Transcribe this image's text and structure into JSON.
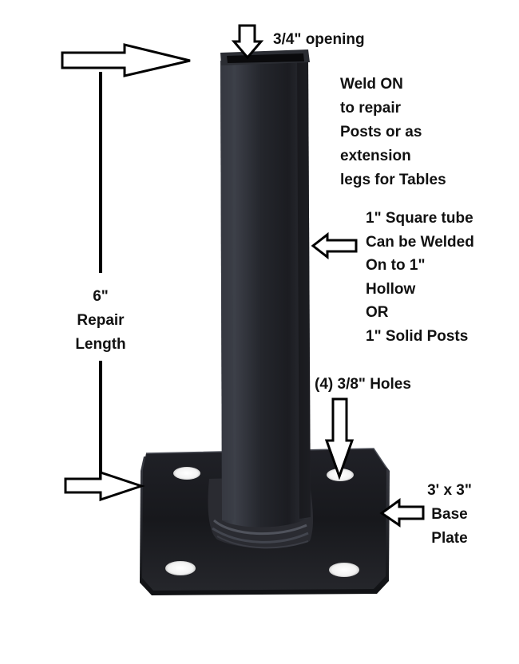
{
  "annotations": {
    "opening": "3/4\" opening",
    "weld_note": [
      "Weld ON",
      "to repair",
      "Posts or as",
      "extension",
      "legs for Tables"
    ],
    "tube_note": [
      "1\" Square tube",
      "Can be Welded",
      "On to 1\"",
      "Hollow",
      "OR",
      "1\" Solid Posts"
    ],
    "repair_length": [
      "6\"",
      "Repair",
      "Length"
    ],
    "holes": "(4) 3/8\" Holes",
    "base_plate": [
      "3' x 3\"",
      "Base",
      "Plate"
    ]
  },
  "colors": {
    "metal_dark": "#1c1d22",
    "metal_mid": "#2e3038",
    "metal_light": "#4a4d57",
    "background": "#ffffff",
    "ink": "#111111"
  },
  "icons": [
    "arrow-right-icon",
    "arrow-down-icon",
    "arrow-left-icon"
  ]
}
